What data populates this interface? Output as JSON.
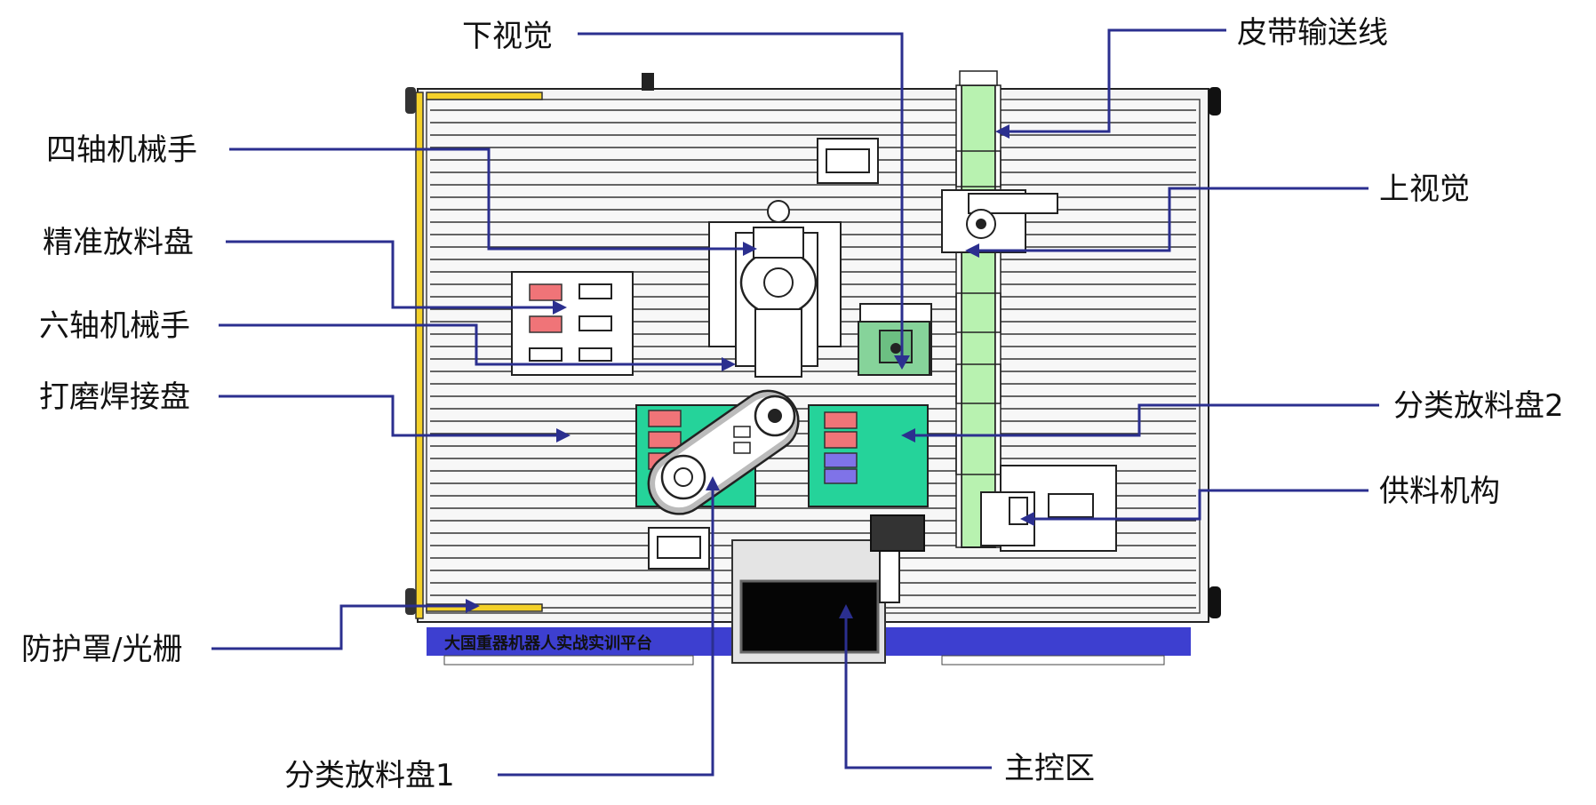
{
  "labels": {
    "lower_vision": "下视觉",
    "belt_conveyor": "皮带输送线",
    "four_axis_robot": "四轴机械手",
    "upper_vision": "上视觉",
    "precision_tray": "精准放料盘",
    "six_axis_robot": "六轴机械手",
    "grinding_welding_tray": "打磨焊接盘",
    "sorting_tray_2": "分类放料盘2",
    "feeding_mechanism": "供料机构",
    "guard_light_curtain": "防护罩/光栅",
    "sorting_tray_1": "分类放料盘1",
    "main_control": "主控区"
  },
  "banner_text": "大国重器机器人实战实训平台",
  "colors": {
    "leader_line": "#2b2f8f",
    "tray_green": "#25d39a",
    "belt_green": "#b8f2b0",
    "block_red": "#f07478",
    "block_blue": "#7f73e8",
    "banner_blue": "#3d3fd0"
  }
}
